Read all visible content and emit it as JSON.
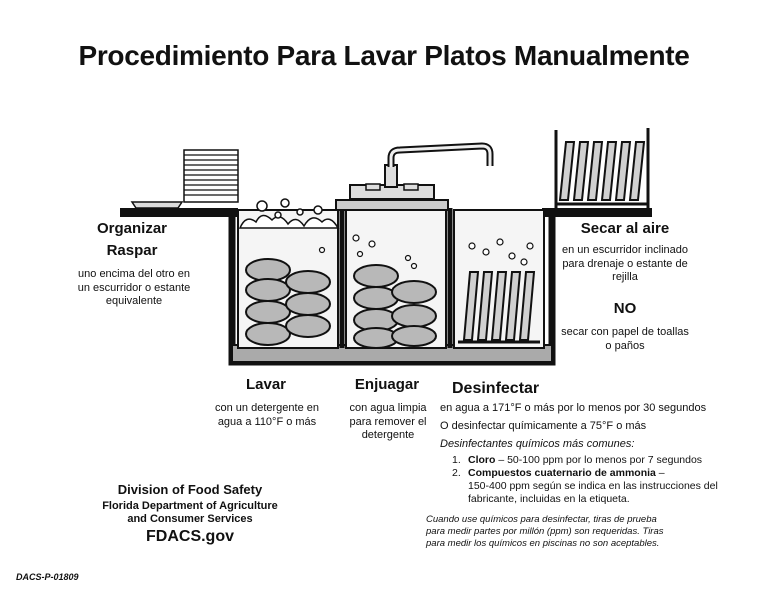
{
  "title": "Procedimiento Para Lavar Platos Manualmente",
  "steps": {
    "organize": {
      "heading1": "Organizar",
      "heading2": "Raspar",
      "text": "uno encima del otro en un escurridor o estante equivalente"
    },
    "wash": {
      "heading": "Lavar",
      "text": "con un detergente en agua a 110°F o más"
    },
    "rinse": {
      "heading": "Enjuagar",
      "text": "con agua limpia para remover el detergente"
    },
    "sanitize": {
      "heading": "Desinfectar",
      "line1": "en agua a 171°F o más por lo menos por 30 segundos",
      "line2": "O desinfectar químicamente a 75°F o más",
      "subhead": "Desinfectantes químicos más comunes:",
      "items": [
        {
          "num": "1.",
          "bold": "Cloro",
          "text": " – 50-100 ppm por lo menos por 7 segundos"
        },
        {
          "num": "2.",
          "bold": "Compuestos cuaternario de ammonia",
          "text": " –"
        }
      ],
      "item2_cont": "150-400 ppm según se indica en las instrucciones del fabricante, incluidas en la etiqueta.",
      "footnote": "Cuando use químicos para desinfectar, tiras de prueba para medir partes por millón (ppm) son requeridas. Tiras para medir los químicos en piscinas no son aceptables."
    },
    "dry": {
      "heading": "Secar al aire",
      "text": "en un escurridor inclinado para drenaje o estante de rejilla",
      "no": "NO",
      "no_text": "secar con papel de toallas o paños"
    }
  },
  "agency": {
    "line1": "Division of Food Safety",
    "line2": "Florida Department of Agriculture",
    "line3": "and Consumer Services",
    "url": "FDACS.gov"
  },
  "form_code": "DACS-P-01809",
  "colors": {
    "ink": "#111111",
    "plate": "#b8b8b8",
    "water": "#f2f2f2"
  }
}
